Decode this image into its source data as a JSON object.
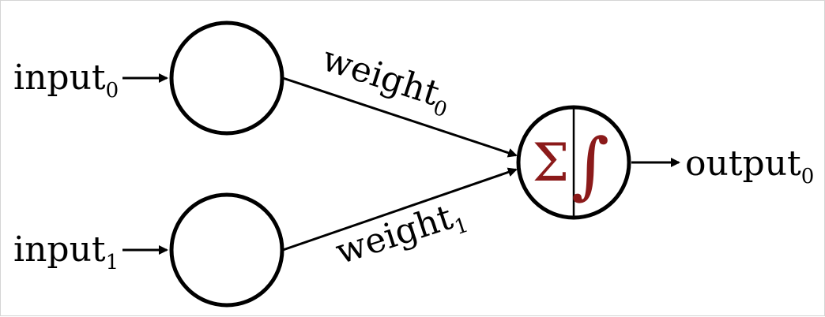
{
  "diagram": {
    "inputs": [
      {
        "label": "input",
        "subscript": "0"
      },
      {
        "label": "input",
        "subscript": "1"
      }
    ],
    "weights": [
      {
        "label": "weight",
        "subscript": "0"
      },
      {
        "label": "weight",
        "subscript": "1"
      }
    ],
    "output": {
      "label": "output",
      "subscript": "0"
    },
    "neuron": {
      "sum_symbol": "Σ",
      "activation_symbol": "∫"
    },
    "colors": {
      "stroke": "#000000",
      "symbol": "#8b1a1a"
    }
  }
}
